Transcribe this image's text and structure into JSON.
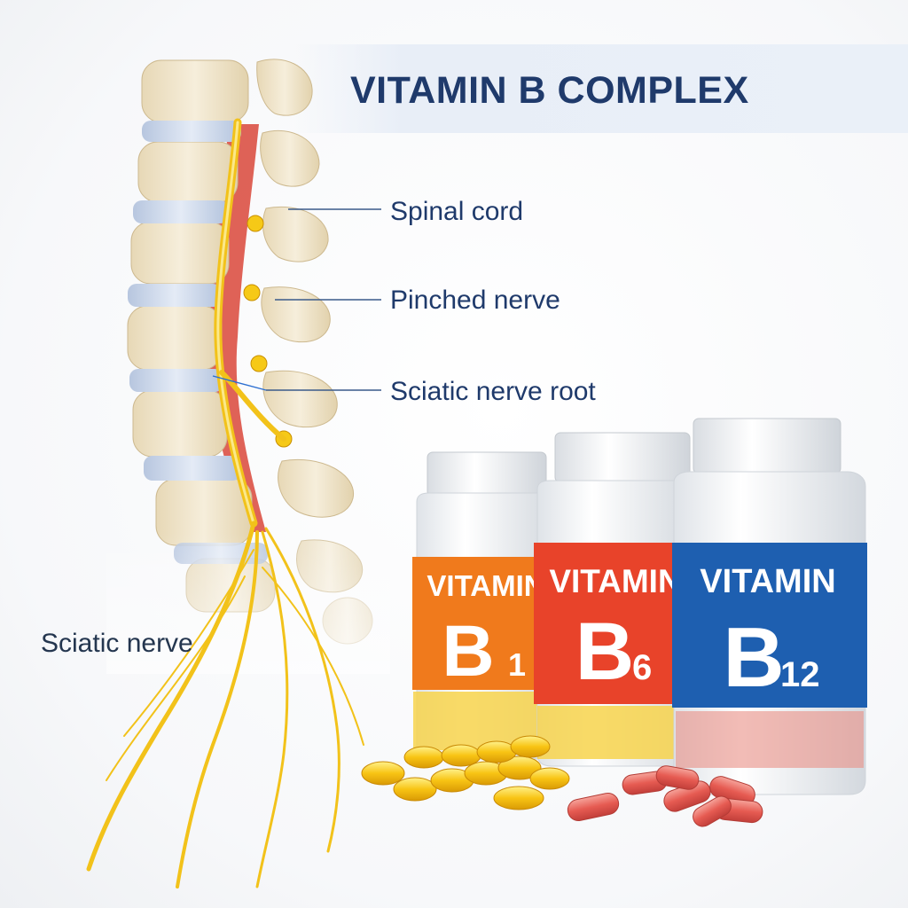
{
  "title": "VITAMIN B COMPLEX",
  "labels": {
    "spinal_cord": "Spinal cord",
    "pinched_nerve": "Pinched nerve",
    "sciatic_nerve_root": "Sciatic nerve root",
    "sciatic_nerve": "Sciatic nerve"
  },
  "bottles": [
    {
      "word": "VITAMIN",
      "letter": "B",
      "sub": "1",
      "color": "#f07a1c",
      "pill": "softgel-yellow"
    },
    {
      "word": "VITAMIN",
      "letter": "B",
      "sub": "6",
      "color": "#e8432a",
      "pill": "softgel-yellow"
    },
    {
      "word": "VITAMIN",
      "letter": "B",
      "sub": "12",
      "color": "#1e5fb0",
      "pill": "tablet-red"
    }
  ],
  "colors": {
    "title": "#1f3a6b",
    "nerve": "#f2c21a",
    "bone": "#efe3c8",
    "disc": "#c9d6ea"
  }
}
